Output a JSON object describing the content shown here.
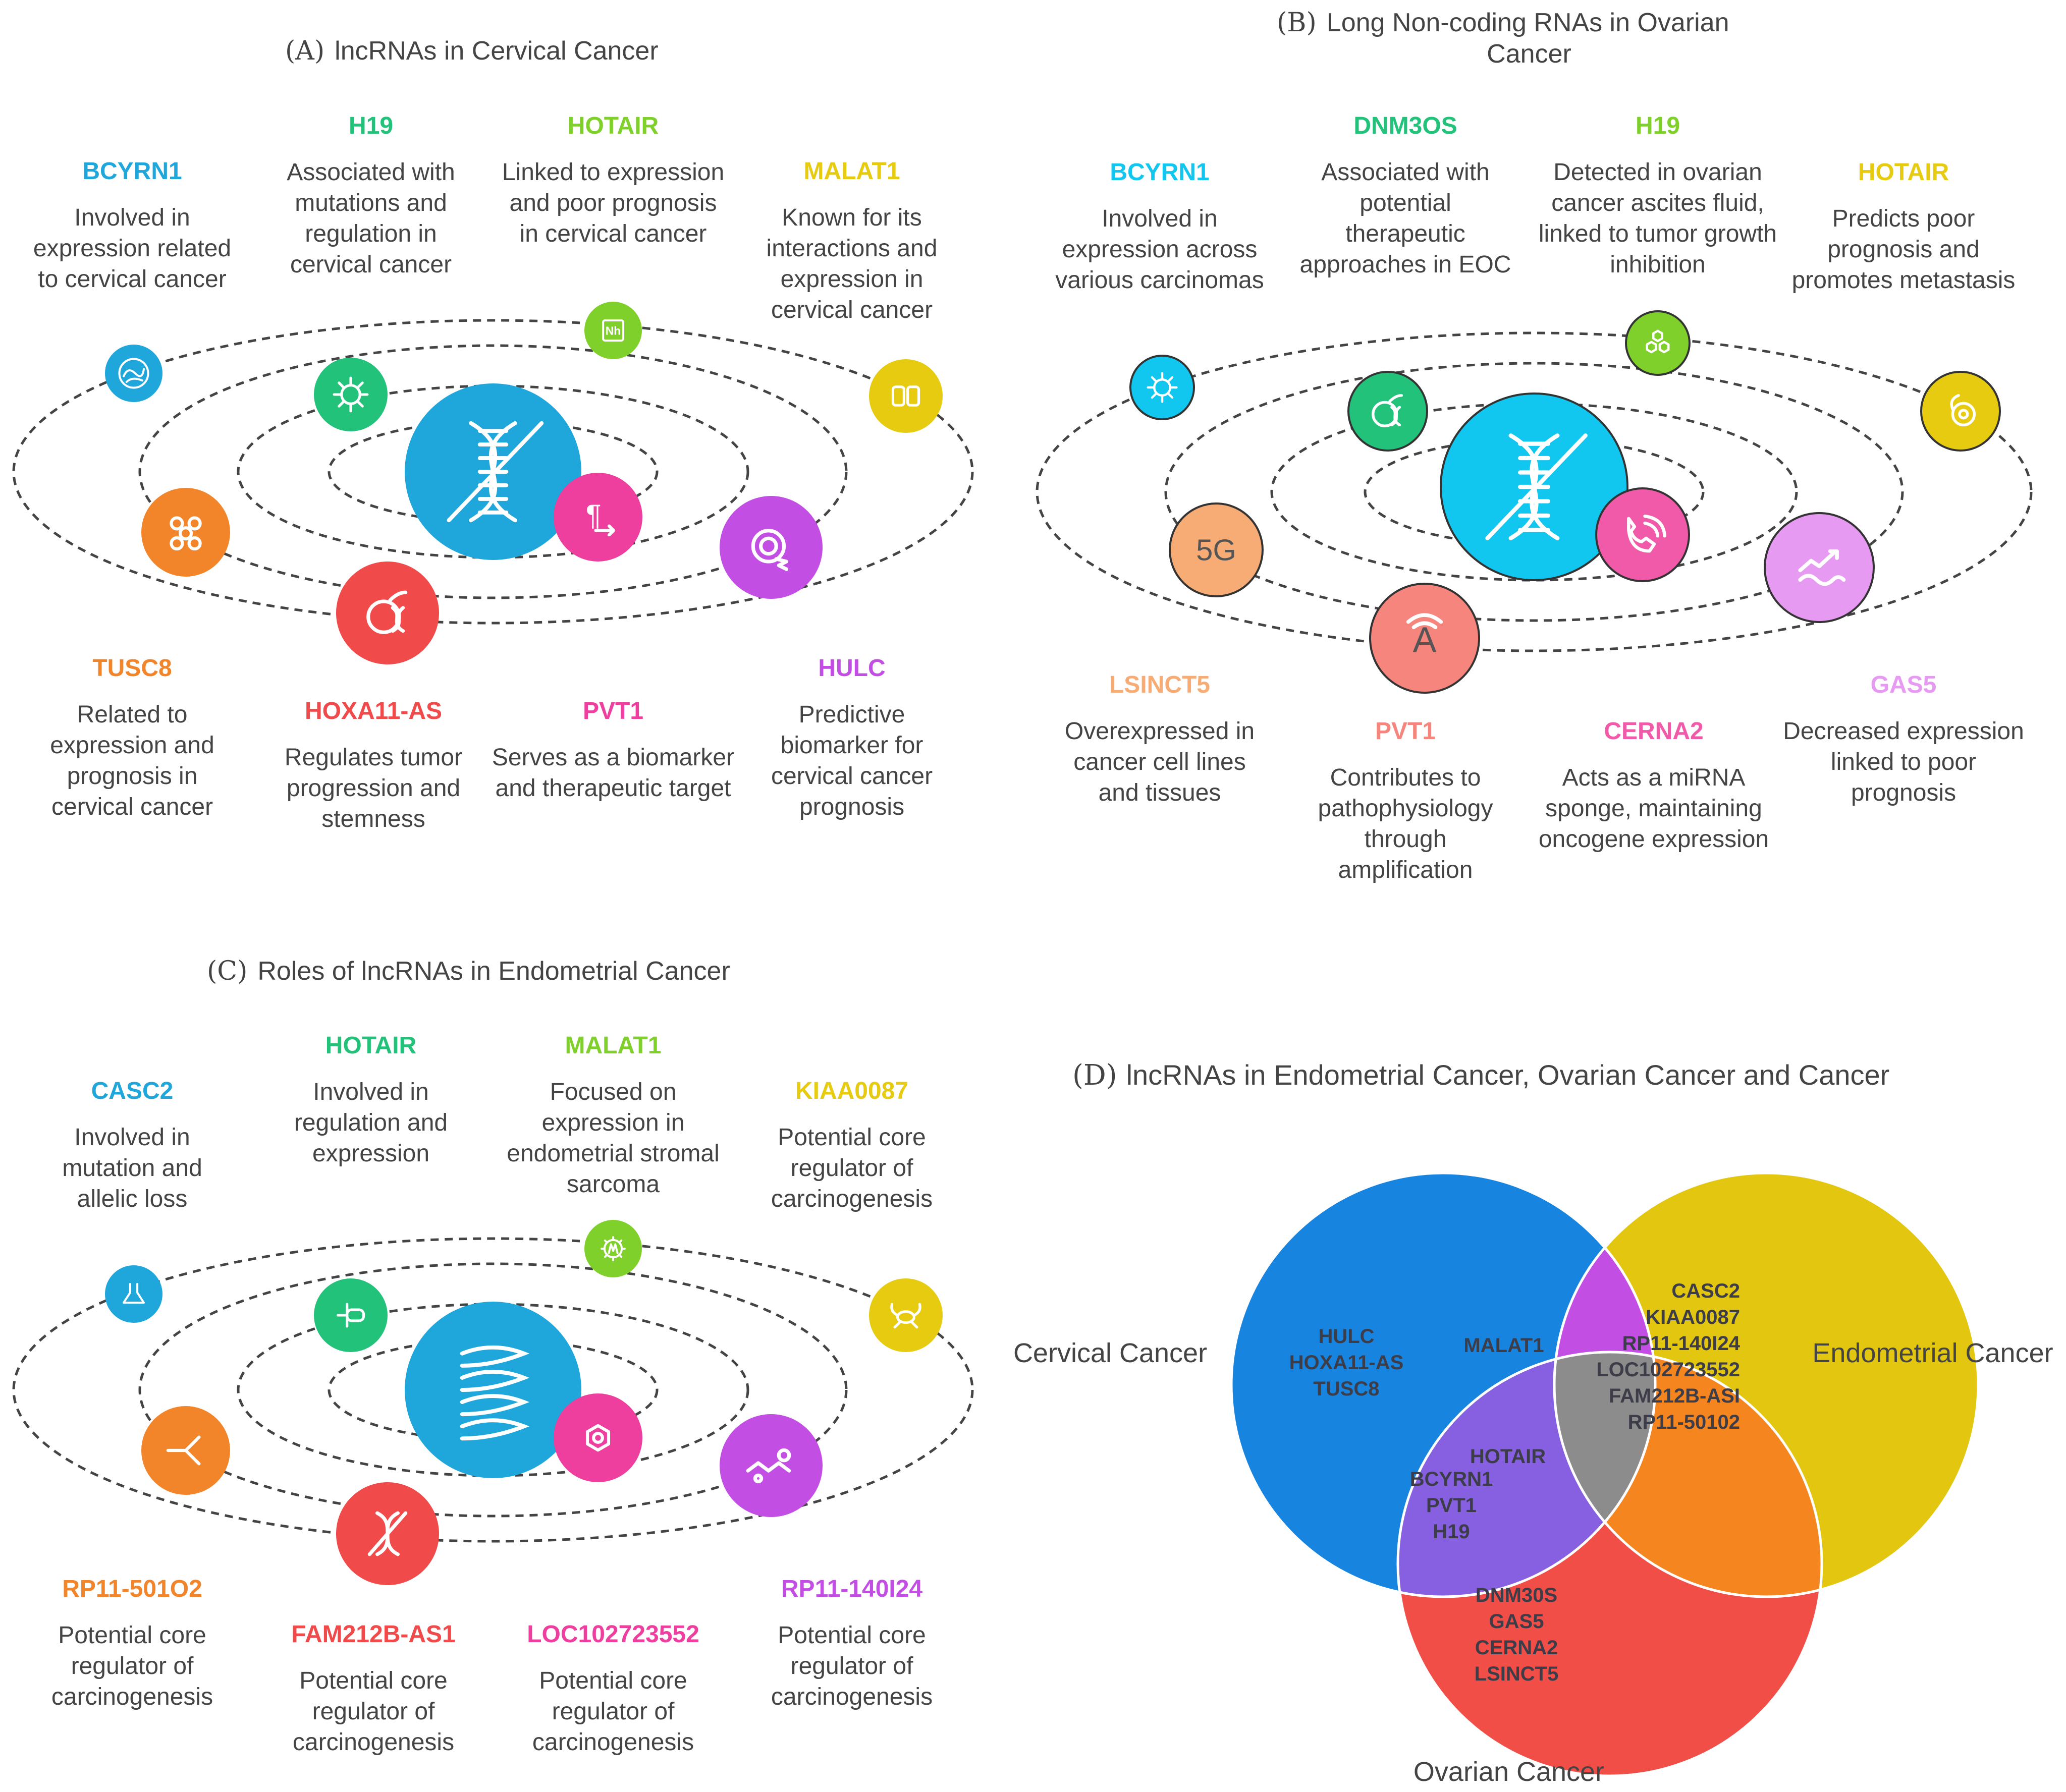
{
  "colors": {
    "blue": "#1fa7dc",
    "cyan": "#11c6ef",
    "green": "#23c27a",
    "lime": "#7fd02b",
    "yellow": "#e6cb10",
    "orange": "#f2842a",
    "red": "#f04a4a",
    "pink": "#ee3f9e",
    "purple": "#c24ee3",
    "peach": "#f6ac74",
    "salmon": "#f6857d",
    "rose": "#f15aa8",
    "lilac": "#e79af2",
    "text": "#444444",
    "dash": "#444444",
    "venn_cervical": "#1784e0",
    "venn_endometrial": "#e3c610",
    "venn_ovarian": "#f04e47",
    "venn_ce": "#c24ee3",
    "venn_co": "#8660e0",
    "venn_eo": "#f5861f",
    "venn_center": "#8c8c8c",
    "venn_text": "#3d3d4a"
  },
  "panel_a": {
    "letter": "(A)",
    "title": "lncRNAs in Cervical Cancer",
    "items": [
      {
        "name": "BCYRN1",
        "desc": "Involved in expression related to cervical cancer",
        "color": "blue",
        "icon": "wave-icon"
      },
      {
        "name": "H19",
        "desc": "Associated with mutations and regulation in cervical cancer",
        "color": "green",
        "icon": "virus-icon"
      },
      {
        "name": "HOTAIR",
        "desc": "Linked to expression and poor prognosis in cervical cancer",
        "color": "lime",
        "icon": "element-icon"
      },
      {
        "name": "MALAT1",
        "desc": "Known for its interactions and expression in cervical cancer",
        "color": "yellow",
        "icon": "database-icon"
      },
      {
        "name": "TUSC8",
        "desc": "Related to expression and prognosis in cervical cancer",
        "color": "orange",
        "icon": "cells-icon"
      },
      {
        "name": "HOXA11-AS",
        "desc": "Regulates tumor progression and stemness",
        "color": "red",
        "icon": "dna-apple-icon"
      },
      {
        "name": "PVT1",
        "desc": "Serves as a biomarker and therapeutic target",
        "color": "pink",
        "icon": "pilcrow-icon"
      },
      {
        "name": "HULC",
        "desc": "Predictive biomarker for cervical cancer prognosis",
        "color": "purple",
        "icon": "radar-icon"
      }
    ]
  },
  "panel_b": {
    "letter": "(B)",
    "title": "Long Non-coding RNAs in Ovarian Cancer",
    "items": [
      {
        "name": "BCYRN1",
        "desc": "Involved in expression across various carcinomas",
        "color": "cyan",
        "icon": "virus-icon"
      },
      {
        "name": "DNM3OS",
        "desc": "Associated with potential therapeutic approaches in EOC",
        "color": "green",
        "icon": "dna-apple-icon"
      },
      {
        "name": "H19",
        "desc": "Detected in ovarian cancer ascites fluid, linked to tumor growth inhibition",
        "color": "lime",
        "icon": "hexagon-icon"
      },
      {
        "name": "HOTAIR",
        "desc": "Predicts poor prognosis and promotes metastasis",
        "color": "yellow",
        "icon": "cell-drop-icon"
      },
      {
        "name": "LSINCT5",
        "desc": "Overexpressed in cancer cell lines and tissues",
        "color": "peach",
        "icon": "5g-icon"
      },
      {
        "name": "PVT1",
        "desc": "Contributes to pathophysiology through amplification",
        "color": "salmon",
        "icon": "signal-a-icon"
      },
      {
        "name": "CERNA2",
        "desc": "Acts as a miRNA sponge, maintaining oncogene expression",
        "color": "rose",
        "icon": "phone-wave-icon"
      },
      {
        "name": "GAS5",
        "desc": "Decreased expression linked to poor prognosis",
        "color": "lilac",
        "icon": "trend-icon"
      }
    ],
    "glyph_5g": "5G",
    "glyph_a": "A"
  },
  "panel_c": {
    "letter": "(C)",
    "title": "Roles of lncRNAs in Endometrial Cancer",
    "items": [
      {
        "name": "CASC2",
        "desc": "Involved in mutation and allelic loss",
        "color": "blue",
        "icon": "flask-icon"
      },
      {
        "name": "HOTAIR",
        "desc": "Involved in regulation and expression",
        "color": "green",
        "icon": "syringe-icon"
      },
      {
        "name": "MALAT1",
        "desc": "Focused on expression in endometrial stromal sarcoma",
        "color": "lime",
        "icon": "microbe-icon"
      },
      {
        "name": "KIAA0087",
        "desc": "Potential core regulator of carcinogenesis",
        "color": "yellow",
        "icon": "crab-icon"
      },
      {
        "name": "RP11-501O2",
        "desc": "Potential core regulator of carcinogenesis",
        "color": "orange",
        "icon": "branch-icon"
      },
      {
        "name": "FAM212B-AS1",
        "desc": "Potential core regulator of carcinogenesis",
        "color": "red",
        "icon": "dna-icon"
      },
      {
        "name": "LOC102723552",
        "desc": "Potential core regulator of carcinogenesis",
        "color": "pink",
        "icon": "molecule-icon"
      },
      {
        "name": "RP11-140I24",
        "desc": "Potential core regulator of carcinogenesis",
        "color": "purple",
        "icon": "chain-icon"
      }
    ]
  },
  "panel_d": {
    "letter": "(D)",
    "title": "lncRNAs in Endometrial Cancer, Ovarian Cancer and Cancer",
    "labels": {
      "cervical": "Cervical Cancer",
      "endometrial": "Endometrial Cancer",
      "ovarian": "Ovarian Cancer"
    },
    "regions": {
      "cervical_only": [
        "HULC",
        "HOXA11-AS",
        "TUSC8"
      ],
      "cervical_endometrial": [
        "MALAT1"
      ],
      "endometrial_only": [
        "CASC2",
        "KIAA0087",
        "RP11-140I24",
        "LOC102723552",
        "FAM212B-ASI",
        "RP11-50102"
      ],
      "all_three": [
        "HOTAIR"
      ],
      "cervical_ovarian": [
        "BCYRN1",
        "PVT1",
        "H19"
      ],
      "endometrial_ovarian": [],
      "ovarian_only": [
        "DNM30S",
        "GAS5",
        "CERNA2",
        "LSINCT5"
      ]
    }
  }
}
